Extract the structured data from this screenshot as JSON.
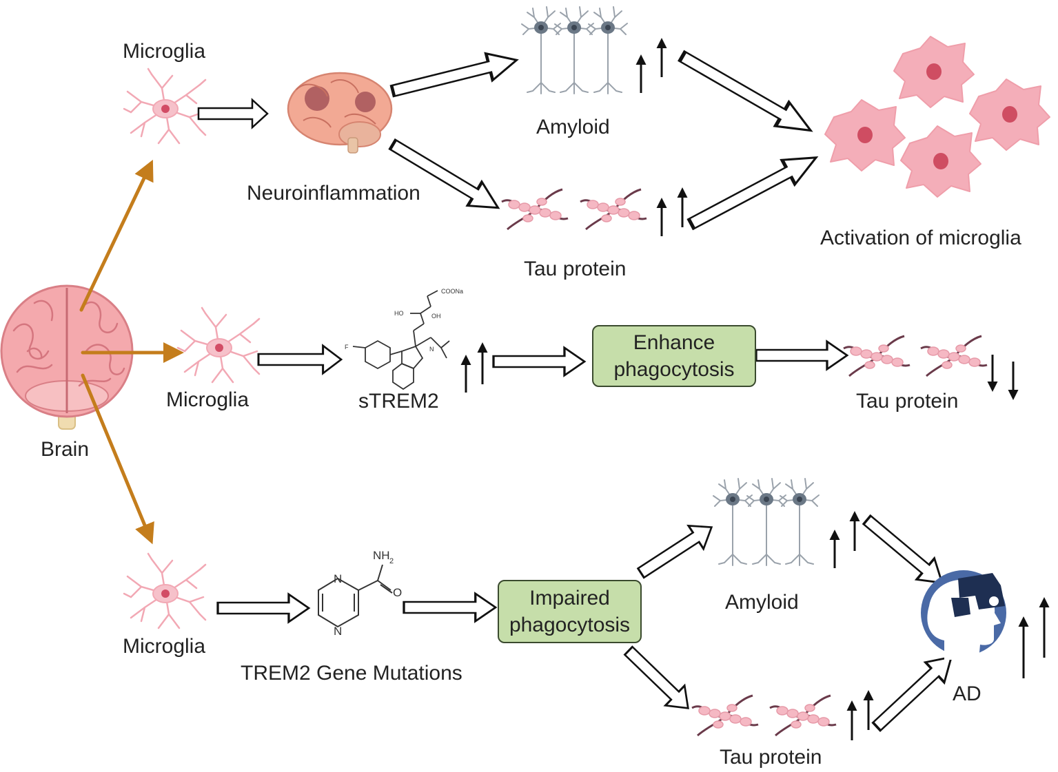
{
  "labels": {
    "microglia_top": "Microglia",
    "neuroinflammation": "Neuroinflammation",
    "amyloid_top": "Amyloid",
    "tau_top": "Tau protein",
    "activation": "Activation of microglia",
    "brain": "Brain",
    "microglia_mid": "Microglia",
    "strem2": "sTREM2",
    "tau_mid": "Tau protein",
    "microglia_bottom": "Microglia",
    "trem2_mutations": "TREM2 Gene Mutations",
    "amyloid_bottom": "Amyloid",
    "tau_bottom": "Tau protein",
    "ad": "AD"
  },
  "boxes": {
    "enhance_line1": "Enhance",
    "enhance_line2": "phagocytosis",
    "impaired_line1": "Impaired",
    "impaired_line2": "phagocytosis"
  },
  "chem": {
    "nh2": "NH",
    "nh2_sub": "2",
    "o": "O",
    "n": "N"
  },
  "colors": {
    "branch_arrow": "#c47d1c",
    "cell_pink": "#f4b3be",
    "cell_nucleus": "#c8475b",
    "box_fill": "#c6deaa",
    "neuron_gray": "#8a929c"
  }
}
